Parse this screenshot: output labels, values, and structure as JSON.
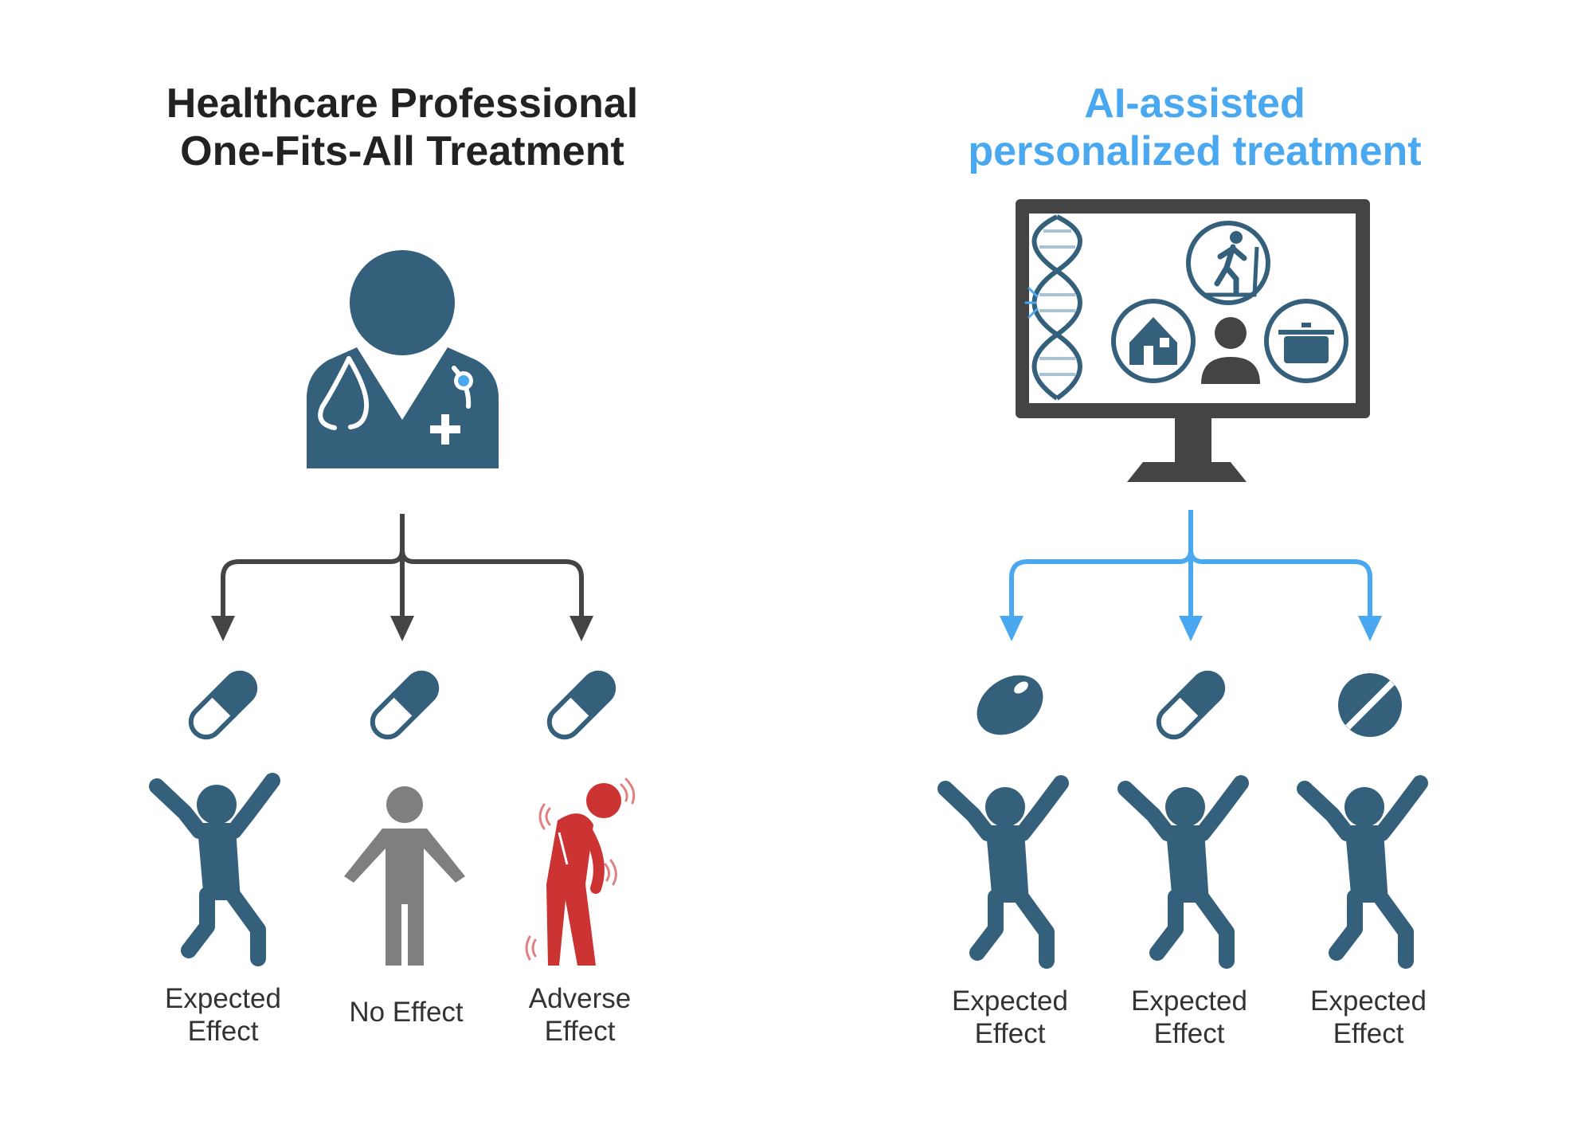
{
  "left": {
    "title_line1": "Healthcare Professional",
    "title_line2": "One-Fits-All Treatment",
    "outcomes": [
      {
        "line1": "Expected",
        "line2": "Effect"
      },
      {
        "line1": "No Effect",
        "line2": ""
      },
      {
        "line1": "Adverse",
        "line2": "Effect"
      }
    ]
  },
  "right": {
    "title_line1": "AI-assisted",
    "title_line2": "personalized treatment",
    "outcomes": [
      {
        "line1": "Expected",
        "line2": "Effect"
      },
      {
        "line1": "Expected",
        "line2": "Effect"
      },
      {
        "line1": "Expected",
        "line2": "Effect"
      }
    ]
  },
  "colors": {
    "primary": "#35607c",
    "accent": "#4aa8f0",
    "neutral": "#7f7f7f",
    "adverse": "#cc3333",
    "dark": "#444444"
  },
  "icons": [
    "doctor-icon",
    "stethoscope-icon",
    "monitor-icon",
    "dna-icon",
    "treadmill-icon",
    "house-icon",
    "person-icon",
    "cooking-pot-icon",
    "capsule-icon",
    "oval-pill-icon",
    "round-tablet-icon",
    "happy-person-icon",
    "neutral-person-icon",
    "adverse-person-icon"
  ]
}
